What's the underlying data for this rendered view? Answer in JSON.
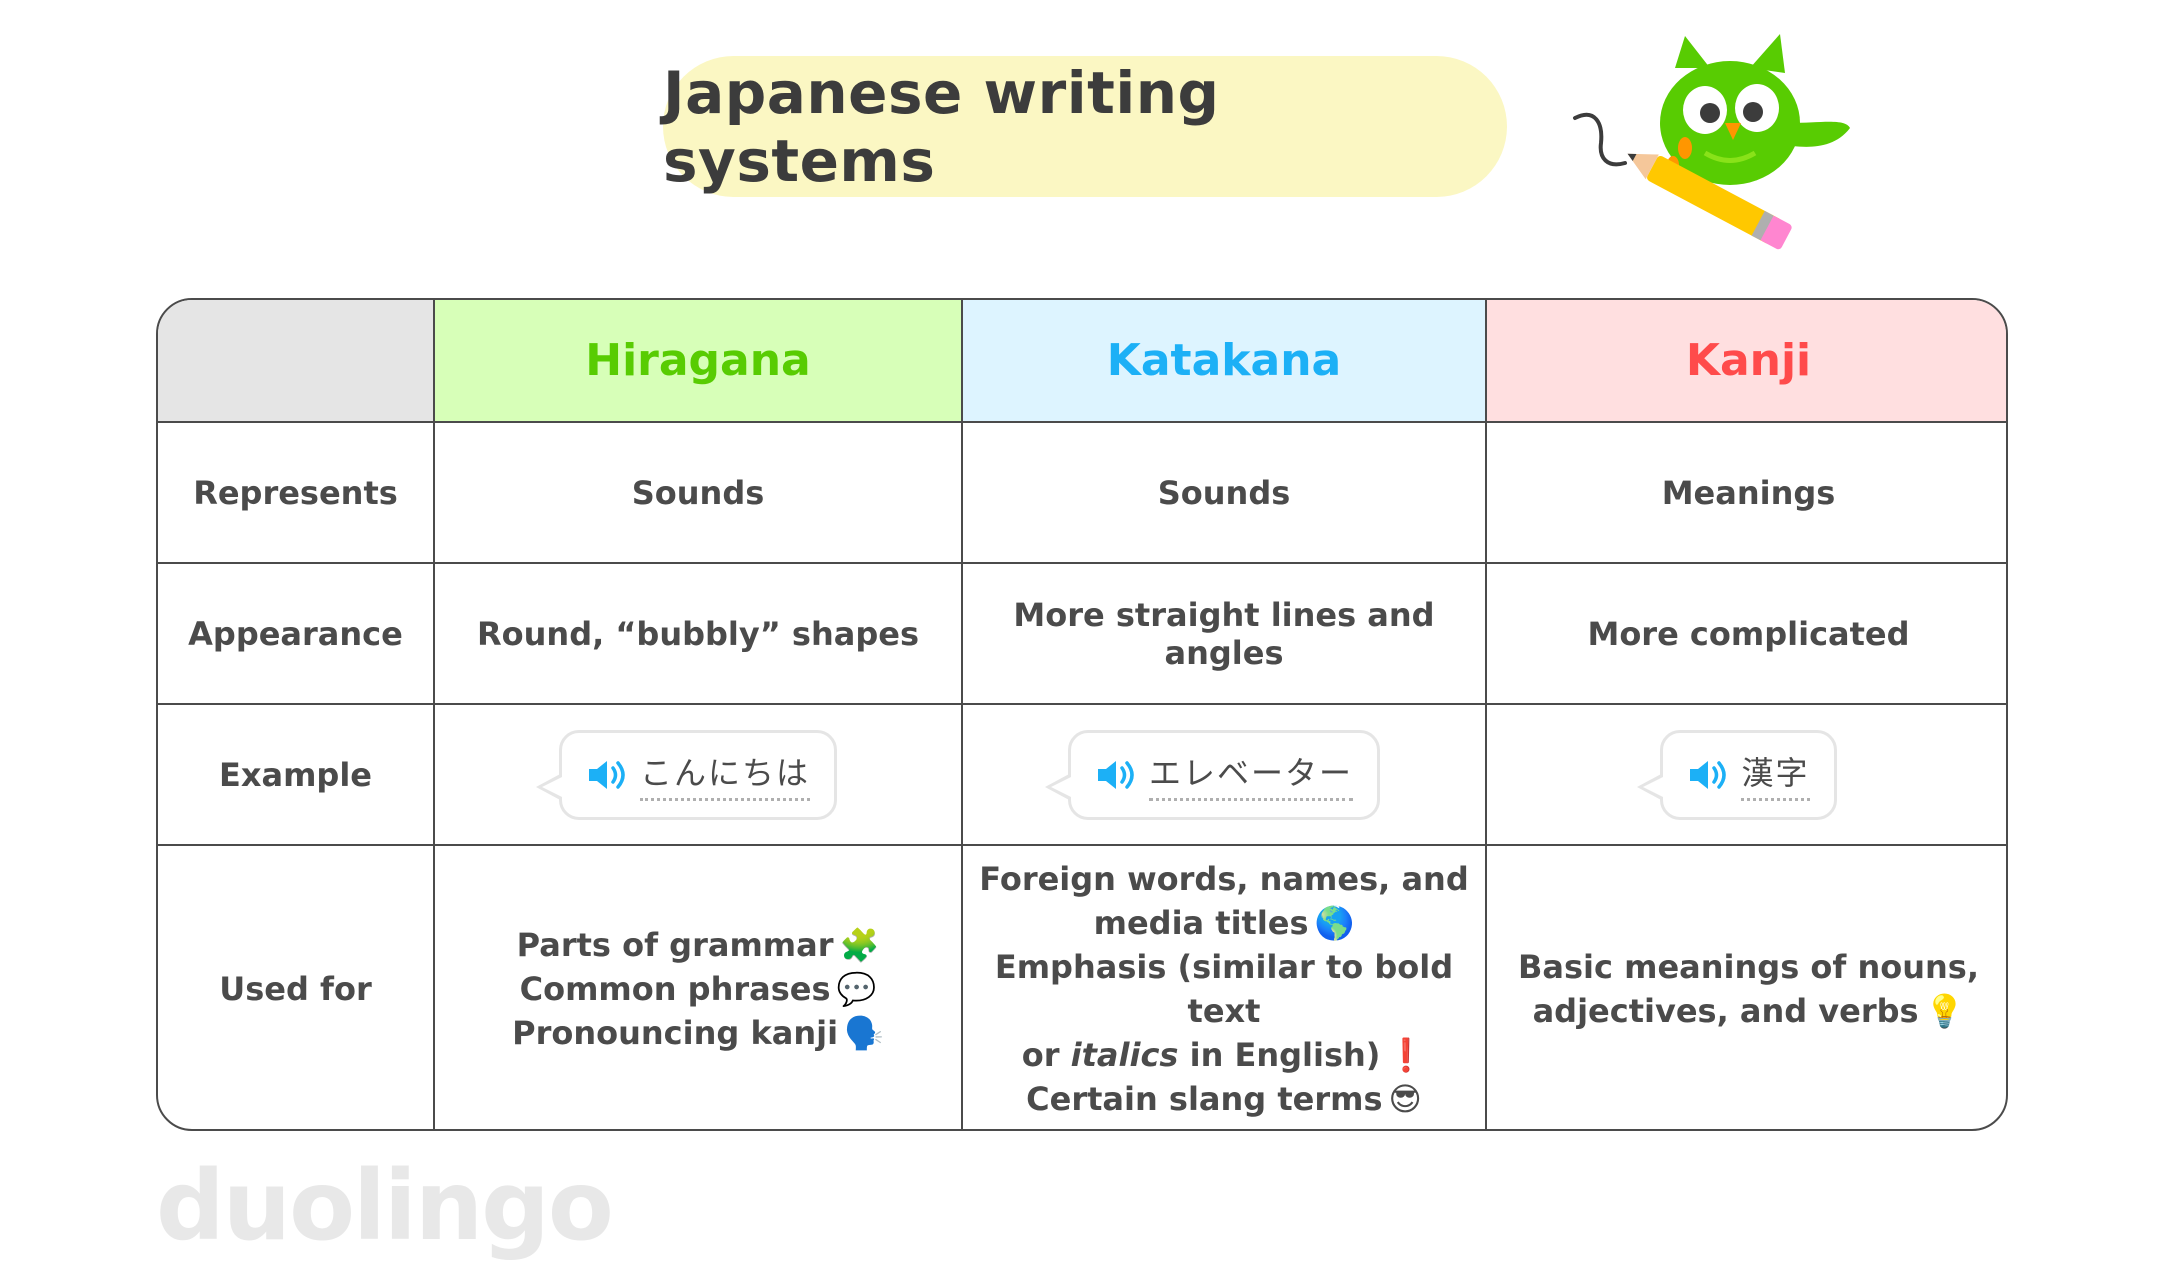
{
  "title": "Japanese writing systems",
  "table": {
    "headers": [
      "Hiragana",
      "Katakana",
      "Kanji"
    ],
    "colors": {
      "hiragana": "#58cc02",
      "katakana": "#1cb0f6",
      "kanji": "#ff4b4b"
    },
    "rows": [
      {
        "label": "Represents",
        "hiragana": "Sounds",
        "katakana": "Sounds",
        "kanji": "Meanings"
      },
      {
        "label": "Appearance",
        "hiragana": "Round, “bubbly” shapes",
        "katakana": "More straight lines and angles",
        "kanji": "More complicated"
      },
      {
        "label": "Example",
        "hiragana": "こんにちは",
        "katakana": "エレベーター",
        "kanji": "漢字"
      }
    ],
    "used_for": {
      "label": "Used for",
      "hiragana": [
        {
          "text": "Parts of grammar",
          "emoji": "🧩"
        },
        {
          "text": "Common phrases",
          "emoji": "💬"
        },
        {
          "text": "Pronouncing kanji",
          "emoji": "🗣️"
        }
      ],
      "katakana": {
        "line1": "Foreign words, names, and",
        "line2": "media titles",
        "line2_emoji": "🌎",
        "line3_pre": "Emphasis (similar to ",
        "line3_bold": "bold",
        "line3_post": " text",
        "line4_pre": "or ",
        "line4_italic": "italics",
        "line4_post": " in English)",
        "line4_emoji": "❗",
        "line5": "Certain slang terms",
        "line5_emoji": "😎"
      },
      "kanji": {
        "line1": "Basic meanings of nouns,",
        "line2": "adjectives, and verbs",
        "line2_emoji": "💡"
      }
    }
  },
  "logo": "duolingo",
  "icons": {
    "speaker": "speaker-icon",
    "mascot": "duo-owl-mascot"
  }
}
